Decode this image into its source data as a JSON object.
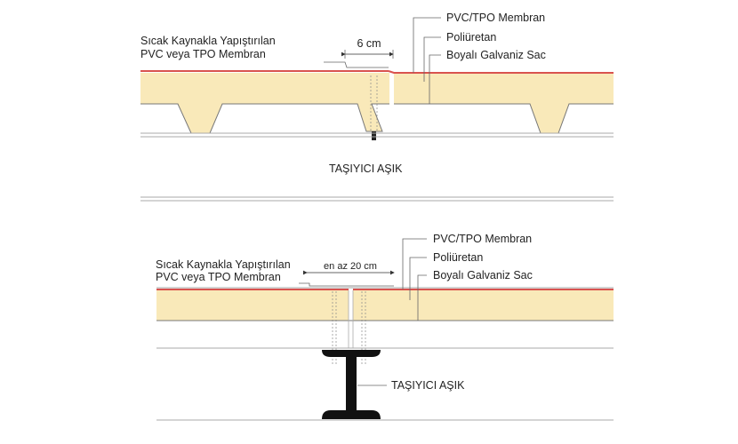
{
  "top_detail": {
    "label_membrane": "PVC/TPO Membran",
    "label_foam": "Poliüretan",
    "label_sheet": "Boyalı Galvaniz Sac",
    "weld_label_line1": "Sıcak Kaynakla Yapıştırılan",
    "weld_label_line2": "PVC veya TPO Membran",
    "overlap_dimension": "6 cm",
    "purlin_label": "TAŞIYICI AŞIK"
  },
  "bottom_detail": {
    "label_membrane": "PVC/TPO Membran",
    "label_foam": "Poliüretan",
    "label_sheet": "Boyalı Galvaniz Sac",
    "weld_label_line1": "Sıcak Kaynakla Yapıştırılan",
    "weld_label_line2": "PVC veya TPO Membran",
    "overlap_dimension": "en az 20 cm",
    "purlin_label": "TAŞIYICI AŞIK"
  },
  "colors": {
    "membrane": "#d9534f",
    "foam": "#f9e9b9",
    "steel": "#111111"
  }
}
